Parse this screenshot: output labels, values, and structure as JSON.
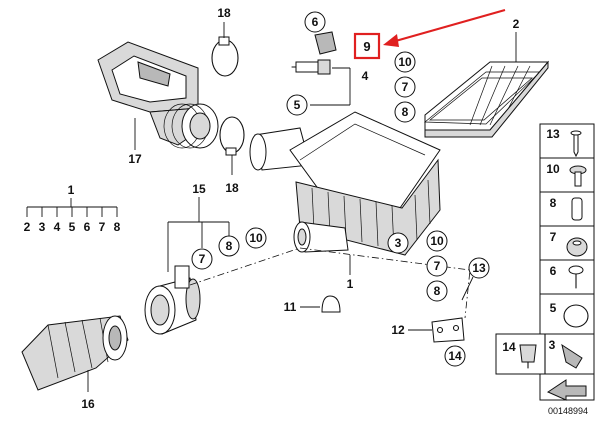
{
  "catalog_number": "00148994",
  "callouts": {
    "n1": "1",
    "n2": "2",
    "n3": "3",
    "n4": "4",
    "n5": "5",
    "n6": "6",
    "n7": "7",
    "n8": "8",
    "n9": "9",
    "n10": "10",
    "n11": "11",
    "n12": "12",
    "n13": "13",
    "n14": "14",
    "n15": "15",
    "n16": "16",
    "n17": "17",
    "n18": "18"
  },
  "group_1_members": [
    "2",
    "3",
    "4",
    "5",
    "6",
    "7",
    "8"
  ],
  "legend_items": [
    "13",
    "10",
    "8",
    "7",
    "6",
    "5",
    "14",
    "3"
  ],
  "colors": {
    "highlight": "#e02020",
    "arrow": "#e02020",
    "line": "#111111",
    "shade": "#d9d9d9"
  }
}
